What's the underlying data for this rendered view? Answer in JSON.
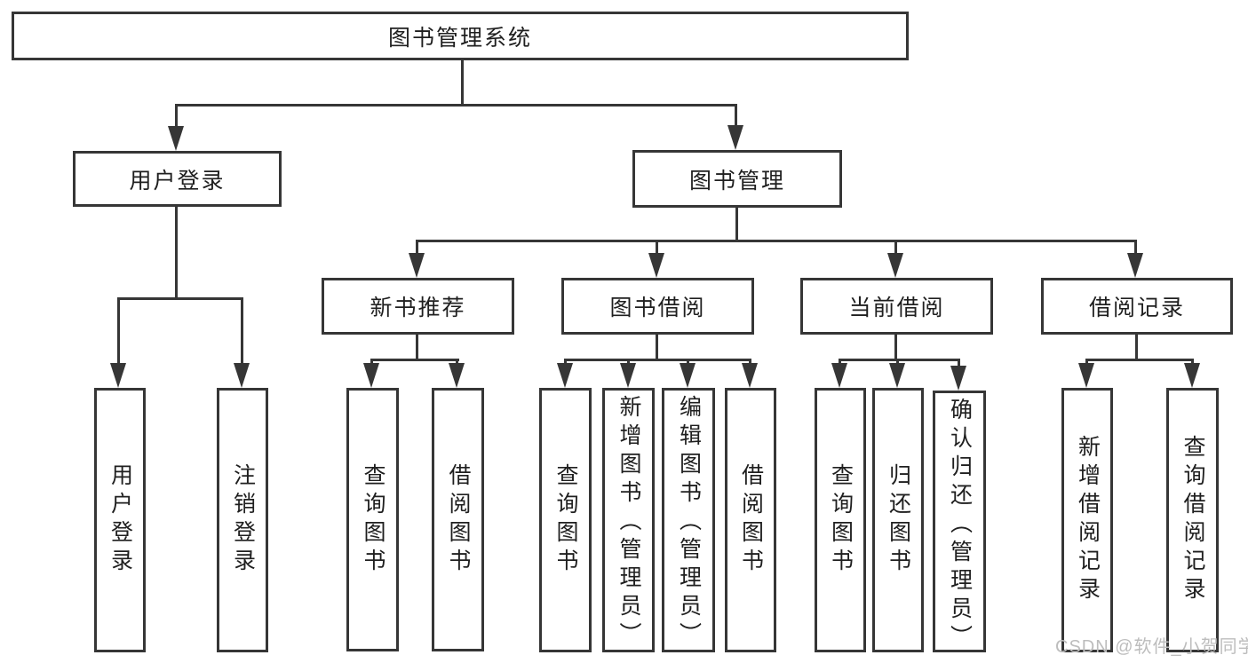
{
  "diagram": {
    "type": "hierarchy-tree",
    "title": "图书管理系统"
  },
  "nodes": {
    "root": {
      "label": "图书管理系统"
    },
    "user_login": {
      "label": "用户登录"
    },
    "book_mgmt": {
      "label": "图书管理"
    },
    "new_book_rec": {
      "label": "新书推荐"
    },
    "book_borrow": {
      "label": "图书借阅"
    },
    "current_borrow": {
      "label": "当前借阅"
    },
    "borrow_records": {
      "label": "借阅记录"
    },
    "login": {
      "label": "用户登录"
    },
    "logout": {
      "label": "注销登录"
    },
    "rec_query": {
      "label": "查询图书"
    },
    "rec_borrow": {
      "label": "借阅图书"
    },
    "bb_query": {
      "label": "查询图书"
    },
    "bb_add": {
      "label": "新增图书（管理员）"
    },
    "bb_edit": {
      "label": "编辑图书（管理员）"
    },
    "bb_borrow": {
      "label": "借阅图书"
    },
    "cb_query": {
      "label": "查询图书"
    },
    "cb_return": {
      "label": "归还图书"
    },
    "cb_confirm": {
      "label": "确认归还（管理员）"
    },
    "br_add": {
      "label": "新增借阅记录"
    },
    "br_query": {
      "label": "查询借阅记录"
    }
  },
  "hierarchy": {
    "图书管理系统": {
      "用户登录": [
        "用户登录",
        "注销登录"
      ],
      "图书管理": {
        "新书推荐": [
          "查询图书",
          "借阅图书"
        ],
        "图书借阅": [
          "查询图书",
          "新增图书（管理员）",
          "编辑图书（管理员）",
          "借阅图书"
        ],
        "当前借阅": [
          "查询图书",
          "归还图书",
          "确认归还（管理员）"
        ],
        "借阅记录": [
          "新增借阅记录",
          "查询借阅记录"
        ]
      }
    }
  },
  "watermark": {
    "text": "CSDN @软件_小贺同学"
  },
  "colors": {
    "line": "#363636",
    "text": "#1f1f1f",
    "background": "#ffffff",
    "watermark": "#bdbdbd"
  }
}
